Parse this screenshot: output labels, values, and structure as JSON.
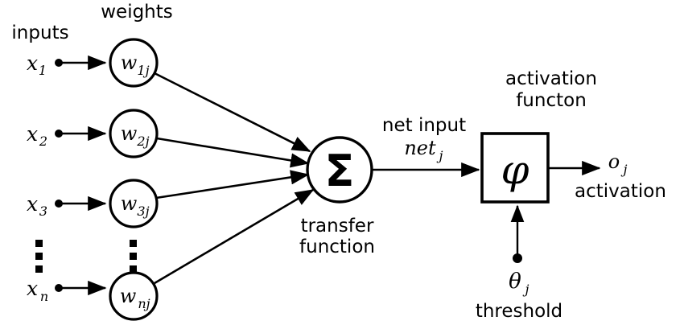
{
  "diagram": {
    "title_labels": {
      "inputs": "inputs",
      "weights": "weights",
      "transfer_function_line1": "transfer",
      "transfer_function_line2": "function",
      "net_input": "net input",
      "activation_function_line1": "activation",
      "activation_function_line2": "functon",
      "activation_output": "activation",
      "threshold": "threshold"
    },
    "inputs": [
      {
        "name": "x",
        "sub": "1"
      },
      {
        "name": "x",
        "sub": "2"
      },
      {
        "name": "x",
        "sub": "3"
      },
      {
        "name": "x",
        "sub": "n"
      }
    ],
    "weights": [
      {
        "name": "w",
        "sub": "1j"
      },
      {
        "name": "w",
        "sub": "2j"
      },
      {
        "name": "w",
        "sub": "3j"
      },
      {
        "name": "w",
        "sub": "nj"
      }
    ],
    "summation_symbol": "Σ",
    "activation_symbol": "φ",
    "net_input_symbol": {
      "name": "net",
      "sub": "j"
    },
    "output_symbol": {
      "name": "o",
      "sub": "j"
    },
    "threshold_symbol": {
      "name": "θ",
      "sub": "j"
    },
    "ellipsis_glyph": "vertical-ellipsis",
    "colors": {
      "stroke": "#000000",
      "fill": "#ffffff",
      "background": "#ffffff"
    }
  }
}
